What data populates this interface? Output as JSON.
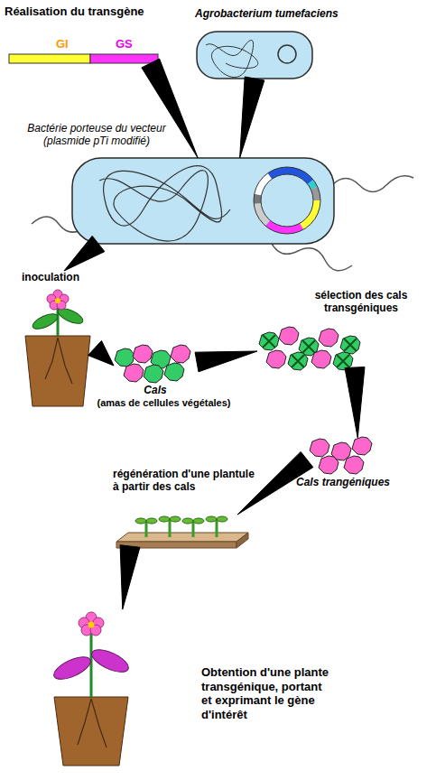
{
  "diagram": {
    "nodes": [
      {
        "text": [
          "Réalisation du transgène",
          "GI",
          "GS"
        ]
      },
      {
        "text": [
          "Agrobacterium tumefaciens"
        ]
      },
      {
        "text": [
          "Bactérie porteuse du vecteur (plasmide pTi modifié)"
        ]
      },
      {
        "text": [
          "inoculation"
        ]
      },
      {
        "text": [
          "Cals",
          "(amas de cellules végétales)"
        ]
      },
      {
        "text": [
          "sélection des cals transgéniques"
        ]
      },
      {
        "text": [
          "Cals trangéniques"
        ]
      },
      {
        "text": [
          "régénération d'une plantule à partir des cals"
        ]
      },
      {
        "text": [
          "Obtention d'une plante transgénique, portant et exprimant le gène d'intérêt"
        ]
      }
    ],
    "edges": [
      {
        "from": 0,
        "to": 2,
        "arrow": "to"
      },
      {
        "from": 1,
        "to": 2,
        "arrow": "to"
      },
      {
        "from": 2,
        "to": 3,
        "arrow": "to"
      },
      {
        "from": 3,
        "to": 4,
        "arrow": "to"
      },
      {
        "from": 4,
        "to": 5,
        "arrow": "to"
      },
      {
        "from": 5,
        "to": 6,
        "arrow": "to"
      },
      {
        "from": 6,
        "to": 7,
        "arrow": "to"
      },
      {
        "from": 7,
        "to": 8,
        "arrow": "to"
      }
    ]
  }
}
